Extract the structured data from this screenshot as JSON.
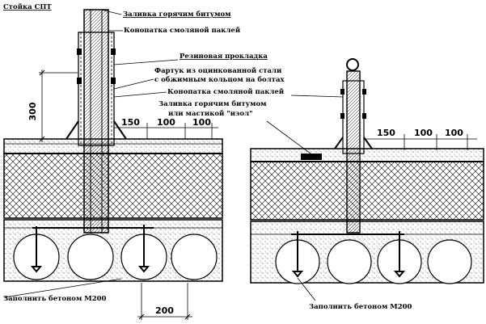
{
  "title": "Стойка СПТ",
  "left_detail": {
    "labels": {
      "bitumen_fill": "Заливка горячим битумом",
      "resin_caulk": "Конопатка смоляной паклей",
      "rubber_gasket": "Резиновая прокладка",
      "apron_line1": "Фартук из оцинкованной стали",
      "apron_line2": "с обжимным кольцом на болтах",
      "resin_caulk_2": "Конопатка смоляной паклей",
      "concrete_fill": "Заполнить бетоном М200"
    },
    "dimensions": {
      "height": "300",
      "d1": "150",
      "d2": "100",
      "d3": "100",
      "bottom": "200"
    }
  },
  "right_detail": {
    "labels": {
      "bitumen_or_mastic_line1": "Заливка горячим битумом",
      "bitumen_or_mastic_line2": "или мастикой \"изол\"",
      "concrete_fill": "Заполнить бетоном М200"
    },
    "dimensions": {
      "d1": "150",
      "d2": "100",
      "d3": "100"
    }
  }
}
